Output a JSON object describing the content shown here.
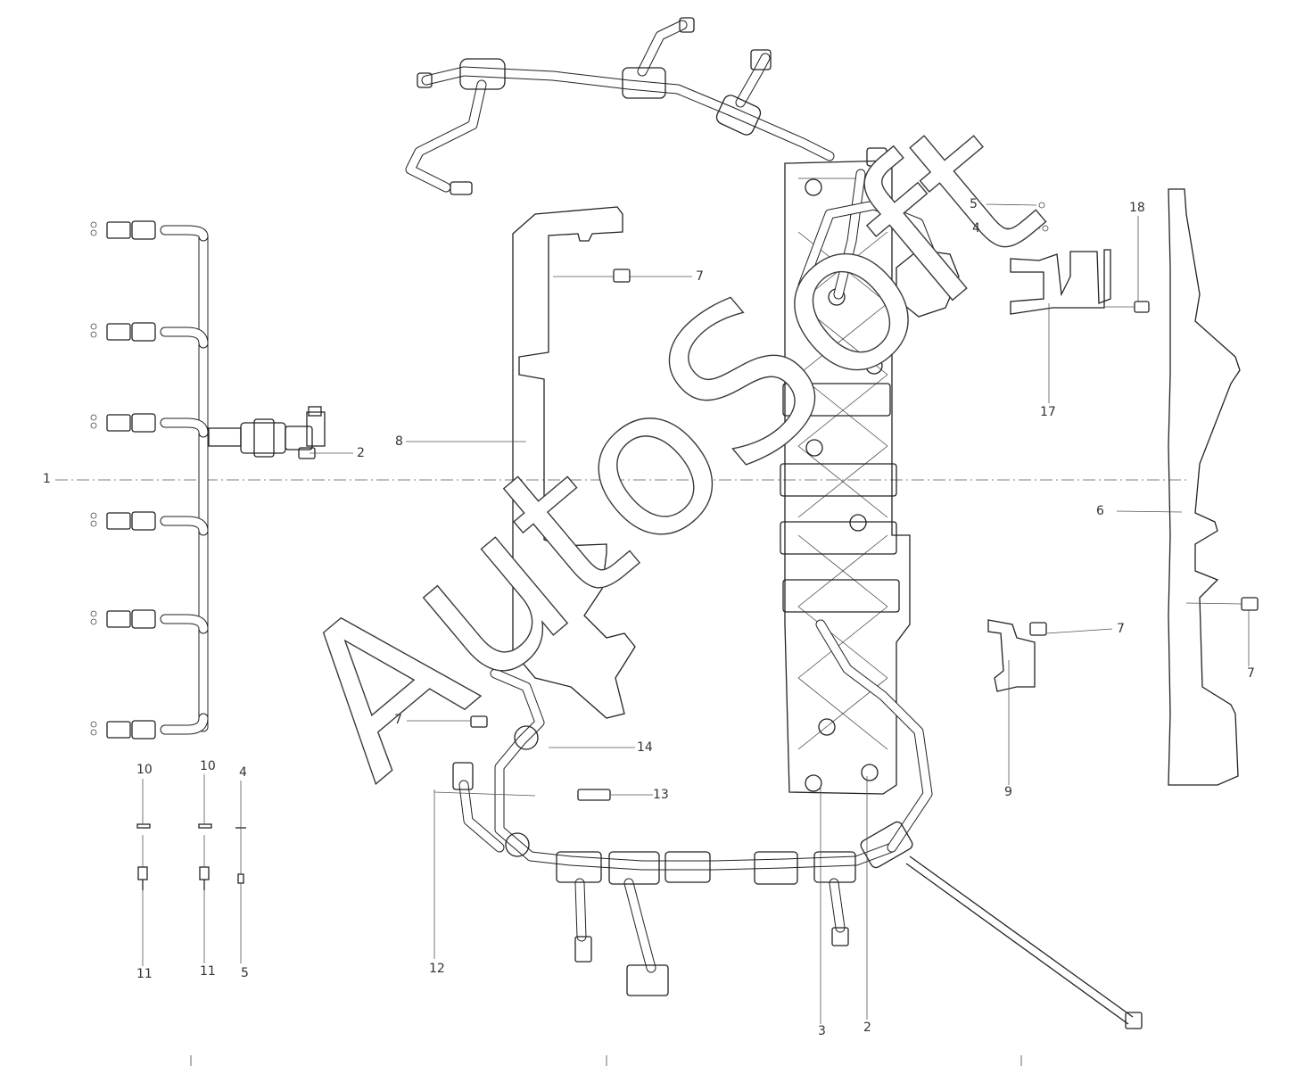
{
  "watermark": "AutoSoft",
  "callouts": [
    {
      "id": "c1",
      "text": "1"
    },
    {
      "id": "c2a",
      "text": "2"
    },
    {
      "id": "c2b",
      "text": "2"
    },
    {
      "id": "c3",
      "text": "3"
    },
    {
      "id": "c4a",
      "text": "4"
    },
    {
      "id": "c4b",
      "text": "4"
    },
    {
      "id": "c5a",
      "text": "5"
    },
    {
      "id": "c5b",
      "text": "5"
    },
    {
      "id": "c6",
      "text": "6"
    },
    {
      "id": "c7a",
      "text": "7"
    },
    {
      "id": "c7b",
      "text": "7"
    },
    {
      "id": "c7c",
      "text": "7"
    },
    {
      "id": "c7d",
      "text": "7"
    },
    {
      "id": "c8",
      "text": "8"
    },
    {
      "id": "c9",
      "text": "9"
    },
    {
      "id": "c10a",
      "text": "10"
    },
    {
      "id": "c10b",
      "text": "10"
    },
    {
      "id": "c11a",
      "text": "11"
    },
    {
      "id": "c11b",
      "text": "11"
    },
    {
      "id": "c12",
      "text": "12"
    },
    {
      "id": "c13",
      "text": "13"
    },
    {
      "id": "c14",
      "text": "14"
    },
    {
      "id": "c17",
      "text": "17"
    },
    {
      "id": "c18",
      "text": "18"
    }
  ]
}
